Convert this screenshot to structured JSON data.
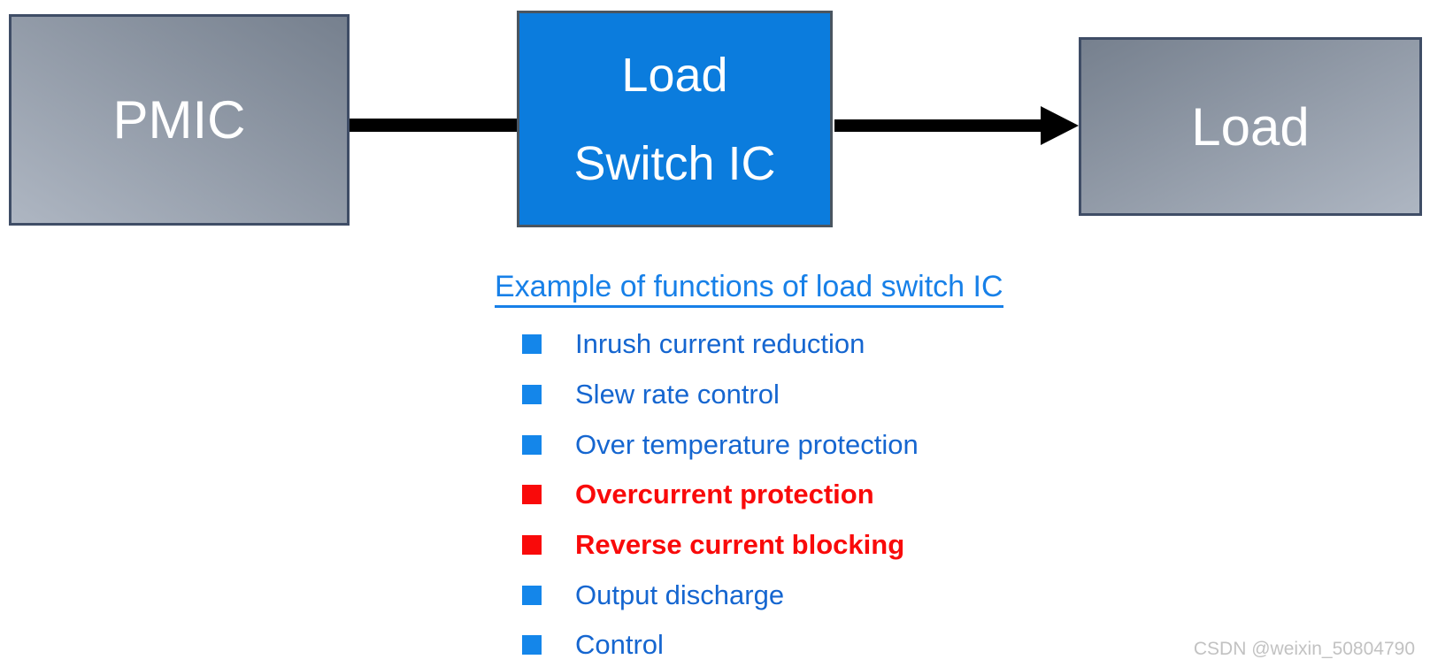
{
  "colors": {
    "page-bg": "#ffffff",
    "box-border": "#3f4d66",
    "gray-box-dark": "#76808e",
    "gray-box-light": "#aeb6c2",
    "blue-box-fill": "#0b7cdd",
    "blue-box-border": "#4a5560",
    "box-text": "#ffffff",
    "arrow-black": "#000000",
    "heading-blue": "#1780e8",
    "item-blue": "#1566d0",
    "bullet-blue": "#1486ea",
    "emphasis-red": "#f90a0a",
    "watermark-gray": "#c2c2c2"
  },
  "diagram": {
    "blocks": [
      {
        "label": "PMIC"
      },
      {
        "label_lines": [
          "Load",
          "Switch IC"
        ]
      },
      {
        "label": "Load"
      }
    ],
    "connectors": [
      {
        "from": "PMIC",
        "to": "Load Switch IC",
        "style": "line"
      },
      {
        "from": "Load Switch IC",
        "to": "Load",
        "style": "arrow-right"
      }
    ]
  },
  "functions": {
    "heading": "Example of functions of load switch IC",
    "items": [
      {
        "label": "Inrush current reduction",
        "emphasis": false
      },
      {
        "label": "Slew rate control",
        "emphasis": false
      },
      {
        "label": "Over temperature protection",
        "emphasis": false
      },
      {
        "label": "Overcurrent protection",
        "emphasis": true
      },
      {
        "label": "Reverse current blocking",
        "emphasis": true
      },
      {
        "label": "Output discharge",
        "emphasis": false
      },
      {
        "label": "Control",
        "emphasis": false
      }
    ]
  },
  "watermark": "CSDN @weixin_50804790"
}
